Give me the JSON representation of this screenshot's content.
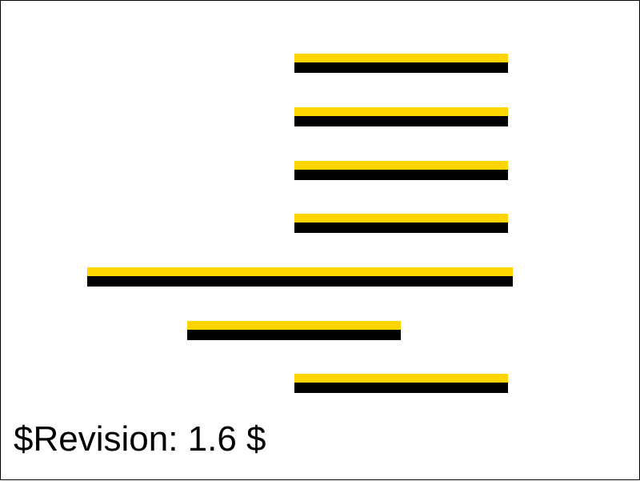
{
  "revision_label": "$Revision: 1.6 $",
  "colors": {
    "top_band": "#ffd600",
    "bottom_band": "#000000",
    "background": "#ffffff",
    "frame": "#000000"
  },
  "line_pairs": [
    {
      "id": "pair-1"
    },
    {
      "id": "pair-2"
    },
    {
      "id": "pair-3"
    },
    {
      "id": "pair-4"
    },
    {
      "id": "pair-5"
    },
    {
      "id": "pair-6"
    },
    {
      "id": "pair-7"
    }
  ]
}
